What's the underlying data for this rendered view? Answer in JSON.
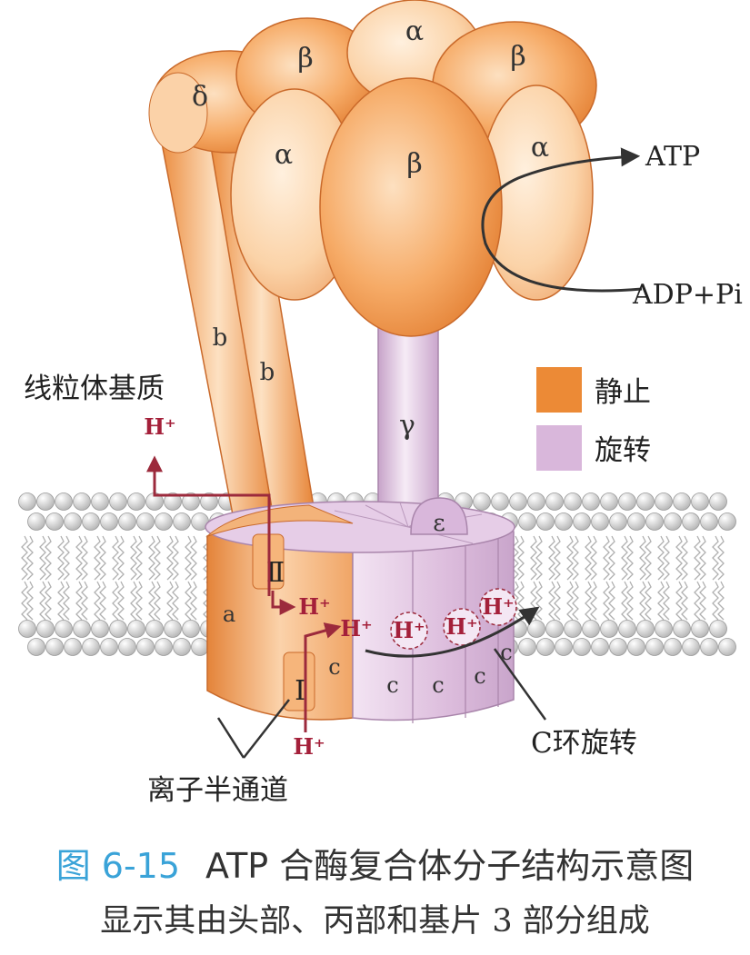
{
  "labels": {
    "alpha": "α",
    "beta": "β",
    "delta": "δ",
    "gamma": "γ",
    "epsilon": "ε",
    "b": "b",
    "a": "a",
    "c": "c",
    "atp": "ATP",
    "adp_pi": "ADP+Pi",
    "matrix": "线粒体基质",
    "h_plus": "H⁺",
    "half_channel_I": "Ⅰ",
    "half_channel_II": "Ⅱ",
    "c_ring_rotation": "C环旋转",
    "ion_half_channel": "离子半通道"
  },
  "legend": {
    "static": {
      "label": "静止",
      "color": "#ec8a36"
    },
    "rotating": {
      "label": "旋转",
      "color": "#d9b7db"
    }
  },
  "colors": {
    "orange_dark": "#e07a2a",
    "orange_light": "#fbd2a8",
    "purple": "#dcbcdc",
    "h_plus_text": "#a4203a",
    "lipid_head": "#c9c9c9"
  },
  "caption": {
    "figure_number": "图 6-15",
    "title": "ATP 合酶复合体分子结构示意图",
    "subtitle": "显示其由头部、丙部和基片 3 部分组成"
  }
}
